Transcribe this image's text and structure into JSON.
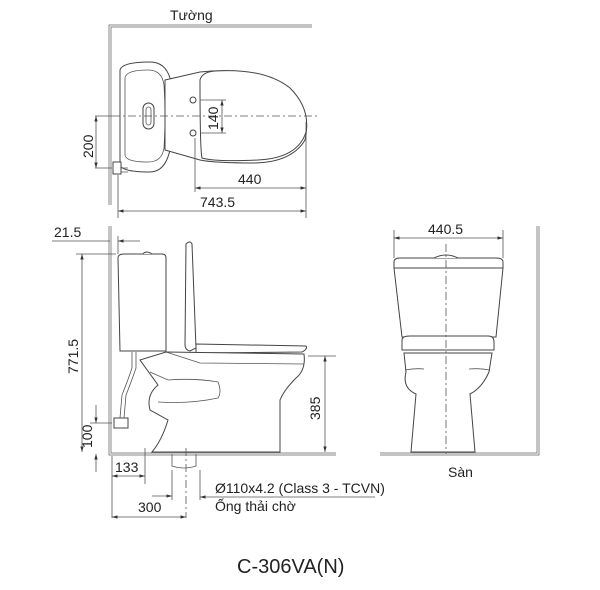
{
  "title": "C-306VA(N)",
  "colors": {
    "line": "#3a3a3a",
    "wall": "#888888",
    "background": "#ffffff",
    "text": "#222222"
  },
  "top_view": {
    "wall_label": "Tường",
    "dim_side_to_center": "200",
    "dim_bolt_spacing": "140",
    "dim_bolt_to_front": "440",
    "dim_total_length": "743.5"
  },
  "side_view": {
    "dim_wall_gap": "21.5",
    "dim_total_height": "771.5",
    "dim_inlet_height": "100",
    "dim_seat_height": "385",
    "dim_inlet_offset": "133",
    "dim_outlet_offset": "300",
    "pipe_spec": "Ø110x4.2 (Class 3 - TCVN)",
    "pipe_label": "Ống thải chờ"
  },
  "front_view": {
    "dim_width": "440.5",
    "floor_label": "Sàn"
  }
}
